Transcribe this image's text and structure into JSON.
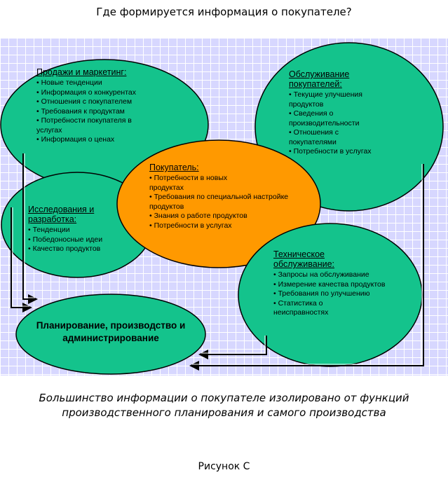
{
  "title": "Где формируется информация о покупателе?",
  "diagram": {
    "sales": {
      "heading": "Продажи и маркетинг:",
      "items": [
        "Новые тенденции",
        "Информация о конкурентах",
        "Отношения с покупателем",
        "Требования к продуктам",
        "Потребности покупателя в услугах",
        "Информация о ценах"
      ]
    },
    "service": {
      "heading": "Обслуживание покупателей:",
      "items": [
        "Текущие улучшения продуктов",
        "Сведения о производительности",
        "Отношения с покупателями",
        "Потребности в услугах"
      ]
    },
    "customer": {
      "heading": "Покупатель:",
      "items": [
        "Потребности в новых продуктах",
        "Требования по специальной настройке продуктов",
        "Знания о работе продуктов",
        "Потребности в услугах"
      ]
    },
    "research": {
      "heading": "Исследования и разработка:",
      "items": [
        "Тенденции",
        "Победоносные идеи",
        "Качество продуктов"
      ]
    },
    "tech": {
      "heading": "Техническое обслуживание:",
      "items": [
        "Запросы на обслуживание",
        "Измерение качества продуктов",
        "Требования по улучшению",
        "Статистика о неисправностях"
      ]
    },
    "planning": {
      "label": "Планирование, производство и администрирование"
    },
    "colors": {
      "green": "#14c38c",
      "orange": "#ff9900",
      "background": "#d7d7ff"
    }
  },
  "caption": "Большинство информации о покупателе изолировано от функций производственного планирования и самого производства",
  "figure_label": "Рисунок С"
}
